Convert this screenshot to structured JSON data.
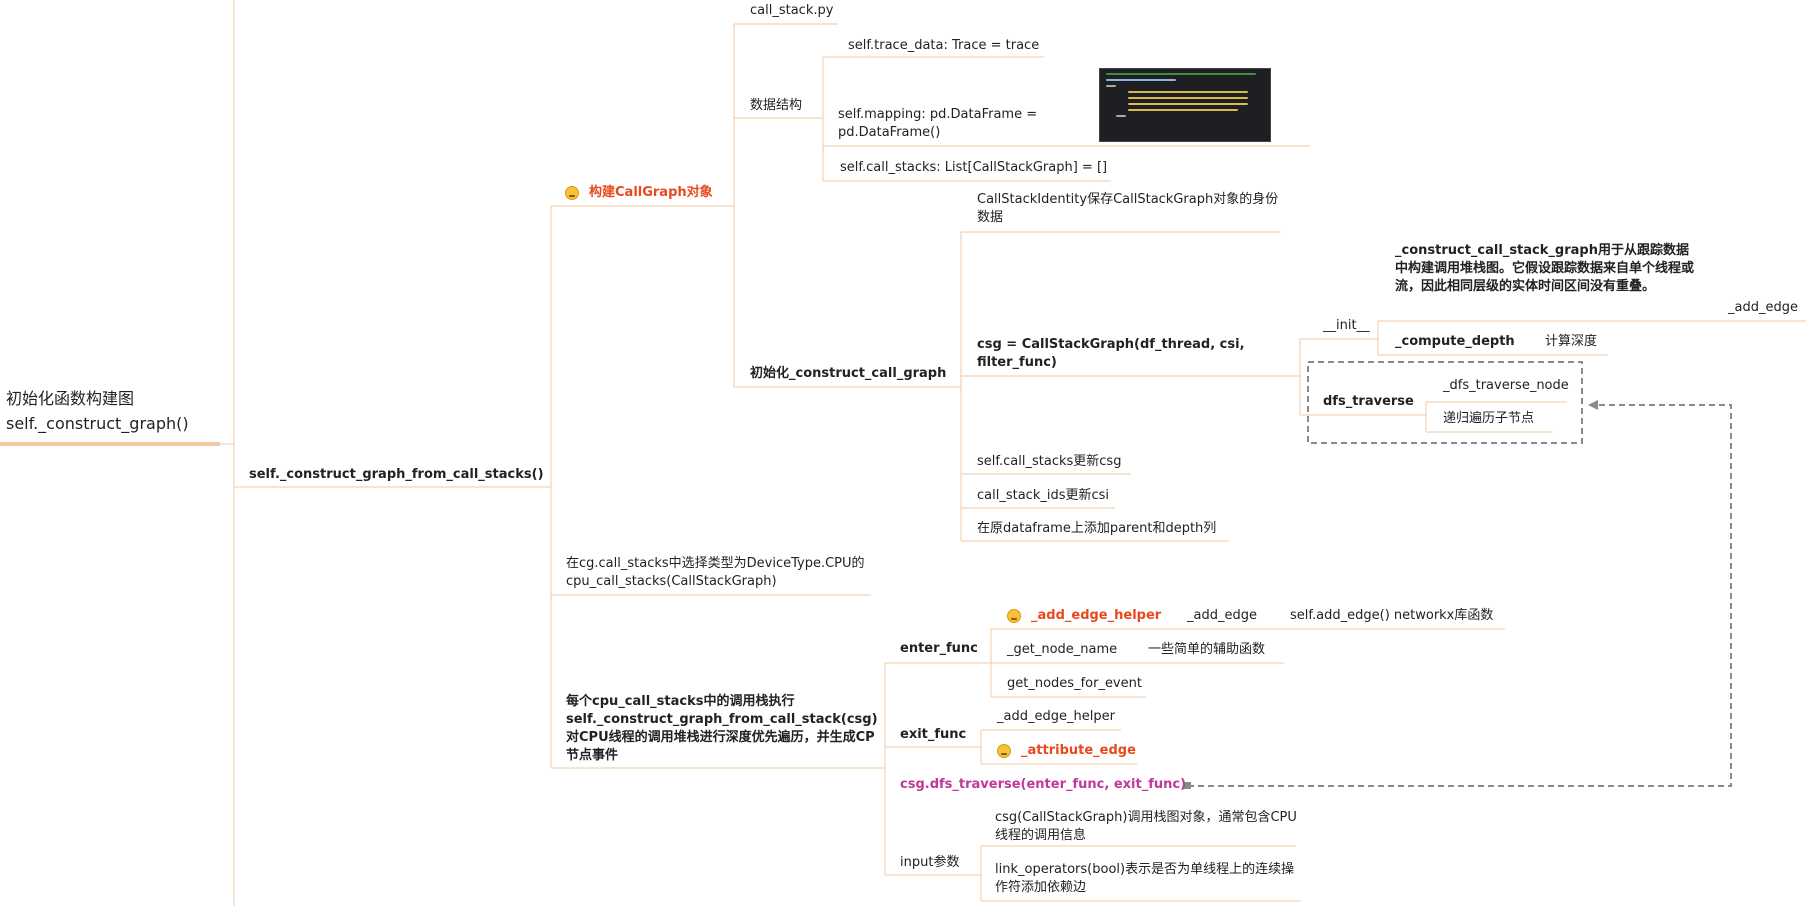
{
  "root": {
    "line1": "初始化函数构建图",
    "line2": "self._construct_graph()"
  },
  "level1": {
    "label": "self._construct_graph_from_call_stacks()"
  },
  "build_cg": {
    "label": "构建CallGraph对象",
    "file": "call_stack.py",
    "data_struct": {
      "label": "数据结构",
      "trace": "self.trace_data: Trace = trace",
      "mapping": "self.mapping: pd.DataFrame = pd.DataFrame()",
      "call_stacks": "self.call_stacks: List[CallStackGraph] = []"
    },
    "init": {
      "label": "初始化_construct_call_graph",
      "csi": "CallStackIdentity保存CallStackGraph对象的身份数据",
      "csg": "csg = CallStackGraph(df_thread, csi, filter_func)",
      "init_fn": "__init__",
      "construct_desc": "_construct_call_stack_graph用于从跟踪数据中构建调用堆栈图。它假设跟踪数据来自单个线程或流，因此相同层级的实体时间区间没有重叠。",
      "add_edge": "_add_edge",
      "compute_depth": "_compute_depth",
      "compute_depth_desc": "计算深度",
      "dfs": "dfs_traverse",
      "dfs_node": "_dfs_traverse_node",
      "dfs_desc": "递归遍历子节点",
      "update_csg": "self.call_stacks更新csg",
      "update_csi": "call_stack_ids更新csi",
      "add_cols": "在原dataframe上添加parent和depth列"
    }
  },
  "select_cpu": "在cg.call_stacks中选择类型为DeviceType.CPU的cpu_call_stacks(CallStackGraph)",
  "each": {
    "label": "每个cpu_call_stacks中的调用栈执行self._construct_graph_from_call_stack(csg)对CPU线程的调用堆栈进行深度优先遍历，并生成CP节点事件",
    "enter": {
      "label": "enter_func",
      "helper": "_add_edge_helper",
      "add_edge": "_add_edge",
      "nx": "self.add_edge() networkx库函数",
      "get_node_name": "_get_node_name",
      "aux": "一些简单的辅助函数",
      "get_nodes": "get_nodes_for_event"
    },
    "exit": {
      "label": "exit_func",
      "helper": "_add_edge_helper",
      "attr": "_attribute_edge"
    },
    "dfs_call": "csg.dfs_traverse(enter_func, exit_func)",
    "input": {
      "label": "input参数",
      "csg": "csg(CallStackGraph)调用栈图对象，通常包含CPU线程的调用信息",
      "link": "link_operators(bool)表示是否为单线程上的连续操作符添加依赖边"
    }
  },
  "colors": {
    "line": "#f2c9a3",
    "accent": "#e8491e",
    "pink": "#c2379a",
    "dash": "#888888"
  }
}
